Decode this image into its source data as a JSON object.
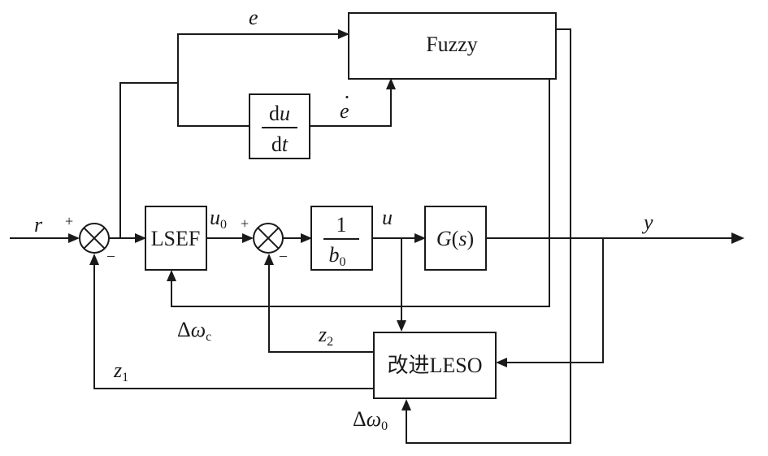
{
  "blocks": {
    "fuzzy": "Fuzzy",
    "derivative_num_d": "d",
    "derivative_num_var": "u",
    "derivative_den_d": "d",
    "derivative_den_var": "t",
    "lsef": "LSEF",
    "gain_num": "1",
    "gain_den_var": "b",
    "gain_den_sub": "0",
    "plant_func": "G",
    "plant_paren_open": "(",
    "plant_var": "s",
    "plant_paren_close": ")",
    "leso": "改进LESO"
  },
  "signals": {
    "r": "r",
    "e": "e",
    "e_dot": "e",
    "e_dot_mark": "·",
    "u0_var": "u",
    "u0_sub": "0",
    "u": "u",
    "y": "y",
    "z1_var": "z",
    "z1_sub": "1",
    "z2_var": "z",
    "z2_sub": "2",
    "dwc_delta": "Δ",
    "dwc_var": "ω",
    "dwc_sub": "c",
    "dw0_delta": "Δ",
    "dw0_var": "ω",
    "dw0_sub": "0"
  },
  "signs": {
    "sum1_plus": "+",
    "sum1_minus": "–",
    "sum2_plus": "+",
    "sum2_minus": "–"
  }
}
